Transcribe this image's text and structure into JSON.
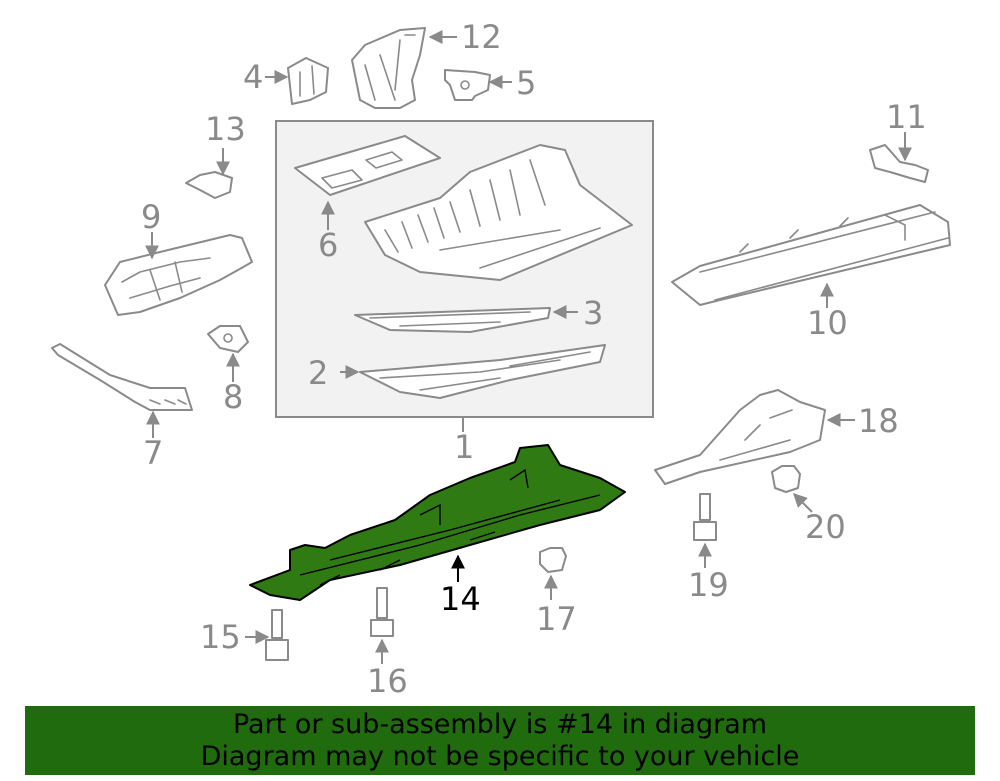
{
  "callouts": {
    "c1": "1",
    "c2": "2",
    "c3": "3",
    "c4": "4",
    "c5": "5",
    "c6": "6",
    "c7": "7",
    "c8": "8",
    "c9": "9",
    "c10": "10",
    "c11": "11",
    "c12": "12",
    "c13": "13",
    "c14": "14",
    "c15": "15",
    "c16": "16",
    "c17": "17",
    "c18": "18",
    "c19": "19",
    "c20": "20"
  },
  "highlight_part": "14",
  "colors": {
    "highlight": "#2f7a12",
    "banner": "#1f6b0e",
    "lines": "#8a8a8a"
  },
  "banner": {
    "line1": "Part or sub-assembly is #14 in diagram",
    "line2": "Diagram may not be specific to your vehicle"
  }
}
